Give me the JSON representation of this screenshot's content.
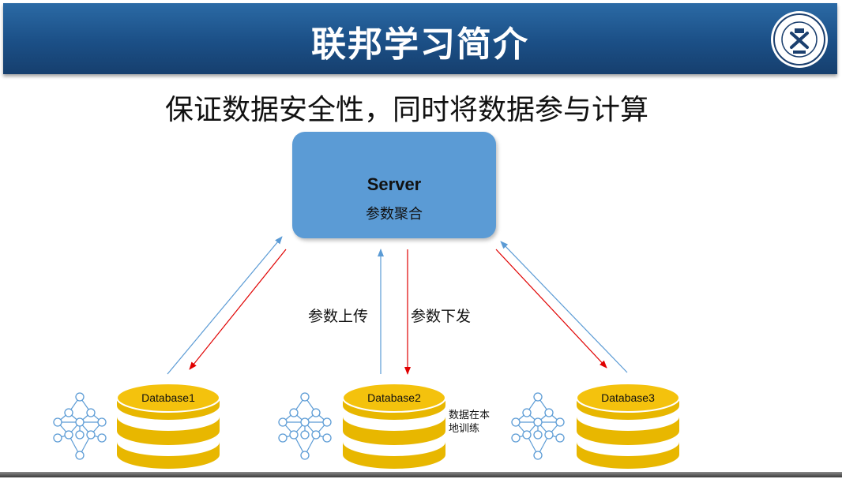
{
  "header": {
    "title": "联邦学习简介"
  },
  "subtitle": "保证数据安全性，同时将数据参与计算",
  "server": {
    "title": "Server",
    "subtitle": "参数聚合"
  },
  "edges": {
    "upload_label": "参数上传",
    "download_label": "参数下发"
  },
  "databases": [
    {
      "label": "Database1"
    },
    {
      "label": "Database2"
    },
    {
      "label": "Database3"
    }
  ],
  "local_note": {
    "line1": "数据在本",
    "line2": "地训练"
  },
  "colors": {
    "header_bg": "#1b4f86",
    "server_box": "#5b9bd5",
    "database": "#e8b700",
    "upload_arrow": "#5b9bd5",
    "download_arrow": "#e00000",
    "network_icon": "#5b9bd5"
  },
  "icons": [
    "university-seal-icon",
    "neural-network-icon",
    "database-icon"
  ]
}
